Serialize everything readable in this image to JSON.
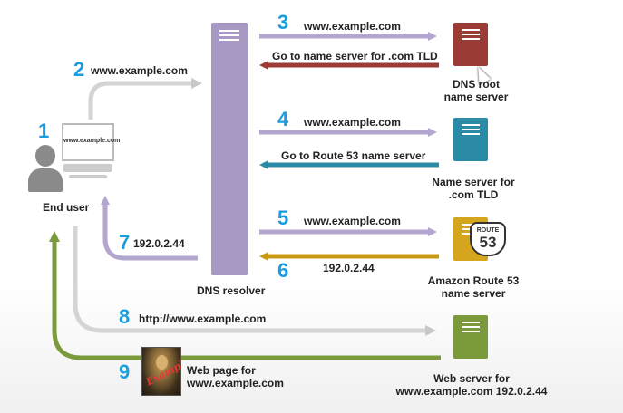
{
  "steps": {
    "s1": "1",
    "s2": "2",
    "s3": "3",
    "s4": "4",
    "s5": "5",
    "s6": "6",
    "s7": "7",
    "s8": "8",
    "s9": "9"
  },
  "messages": {
    "step2": "www.example.com",
    "step3": "www.example.com",
    "root_reply": "Go to name server for .com TLD",
    "step4": "www.example.com",
    "tld_reply": "Go to Route 53 name server",
    "step5": "www.example.com",
    "step6": "192.0.2.44",
    "step7": "192.0.2.44",
    "step8": "http://www.example.com",
    "step9_line1": "Web page for",
    "step9_line2": "www.example.com"
  },
  "nodes": {
    "end_user": "End user",
    "monitor_text": "www.example.com",
    "dns_resolver": "DNS resolver",
    "root_line1": "DNS root",
    "root_line2": "name server",
    "tld_line1": "Name server for",
    "tld_line2": ".com TLD",
    "route53_line1": "Amazon Route 53",
    "route53_line2": "name server",
    "route53_badge_top": "ROUTE",
    "route53_badge_num": "53",
    "web_line1": "Web server for",
    "web_line2": "www.example.com 192.0.2.44",
    "painting_watermark": "Example"
  },
  "colors": {
    "resolver": "#a898c4",
    "root_server": "#9b3b35",
    "tld_server": "#2b8aa6",
    "route53_server": "#d6a51e",
    "web_server": "#7a9a3c",
    "step_number": "#1a9ce0",
    "query_arrow": "#b3a6cf",
    "user_arrow": "#c8c8c8",
    "response_arrow": "#7a9a3c"
  }
}
